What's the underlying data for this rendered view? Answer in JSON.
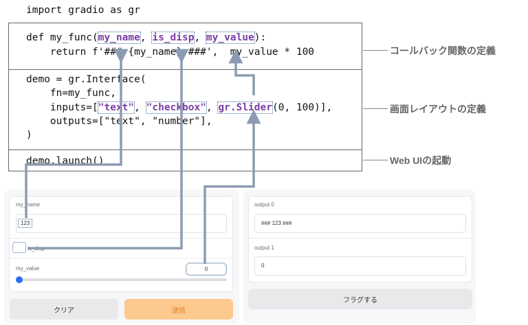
{
  "code": {
    "line_import": "import gradio as gr",
    "func_def_pre": "def my_func(",
    "arg1": "my_name",
    "sep1": ", ",
    "arg2": "is_disp",
    "sep2": ", ",
    "arg3": "my_value",
    "func_def_post": "):",
    "return_line": "    return f'### {my_name} ###',  my_value * 100",
    "demo_line": "demo = gr.Interface(",
    "fn_line": "    fn=my_func,",
    "inputs_pre": "    inputs=[",
    "input1": "\"text\"",
    "input2": "\"checkbox\"",
    "input3_name": "gr.Slider",
    "input3_args": "(0, 100)],",
    "outputs_line": "    outputs=[\"text\", \"number\"],",
    "close_line": ")",
    "launch_line": "demo.launch()"
  },
  "annotations": {
    "callback": "コールバック関数の定義",
    "layout": "画面レイアウトの定義",
    "launch": "Web UIの起動"
  },
  "ui": {
    "input_panel": {
      "name_label": "my_name",
      "name_value": "123",
      "checkbox_label": "is_disp",
      "slider_label": "my_value",
      "slider_value": "0",
      "slider_fraction": 0.0
    },
    "output_panel": {
      "output0_label": "output 0",
      "output0_value": "### 123 ###",
      "output1_label": "output 1",
      "output1_value": "0"
    },
    "buttons": {
      "clear": "クリア",
      "submit": "送信",
      "flag": "フラグする"
    }
  },
  "colors": {
    "connector": "#8c9bb1",
    "highlight": "#7a3da3",
    "submit_bg": "#fcc98f",
    "submit_text": "#e8761a"
  }
}
